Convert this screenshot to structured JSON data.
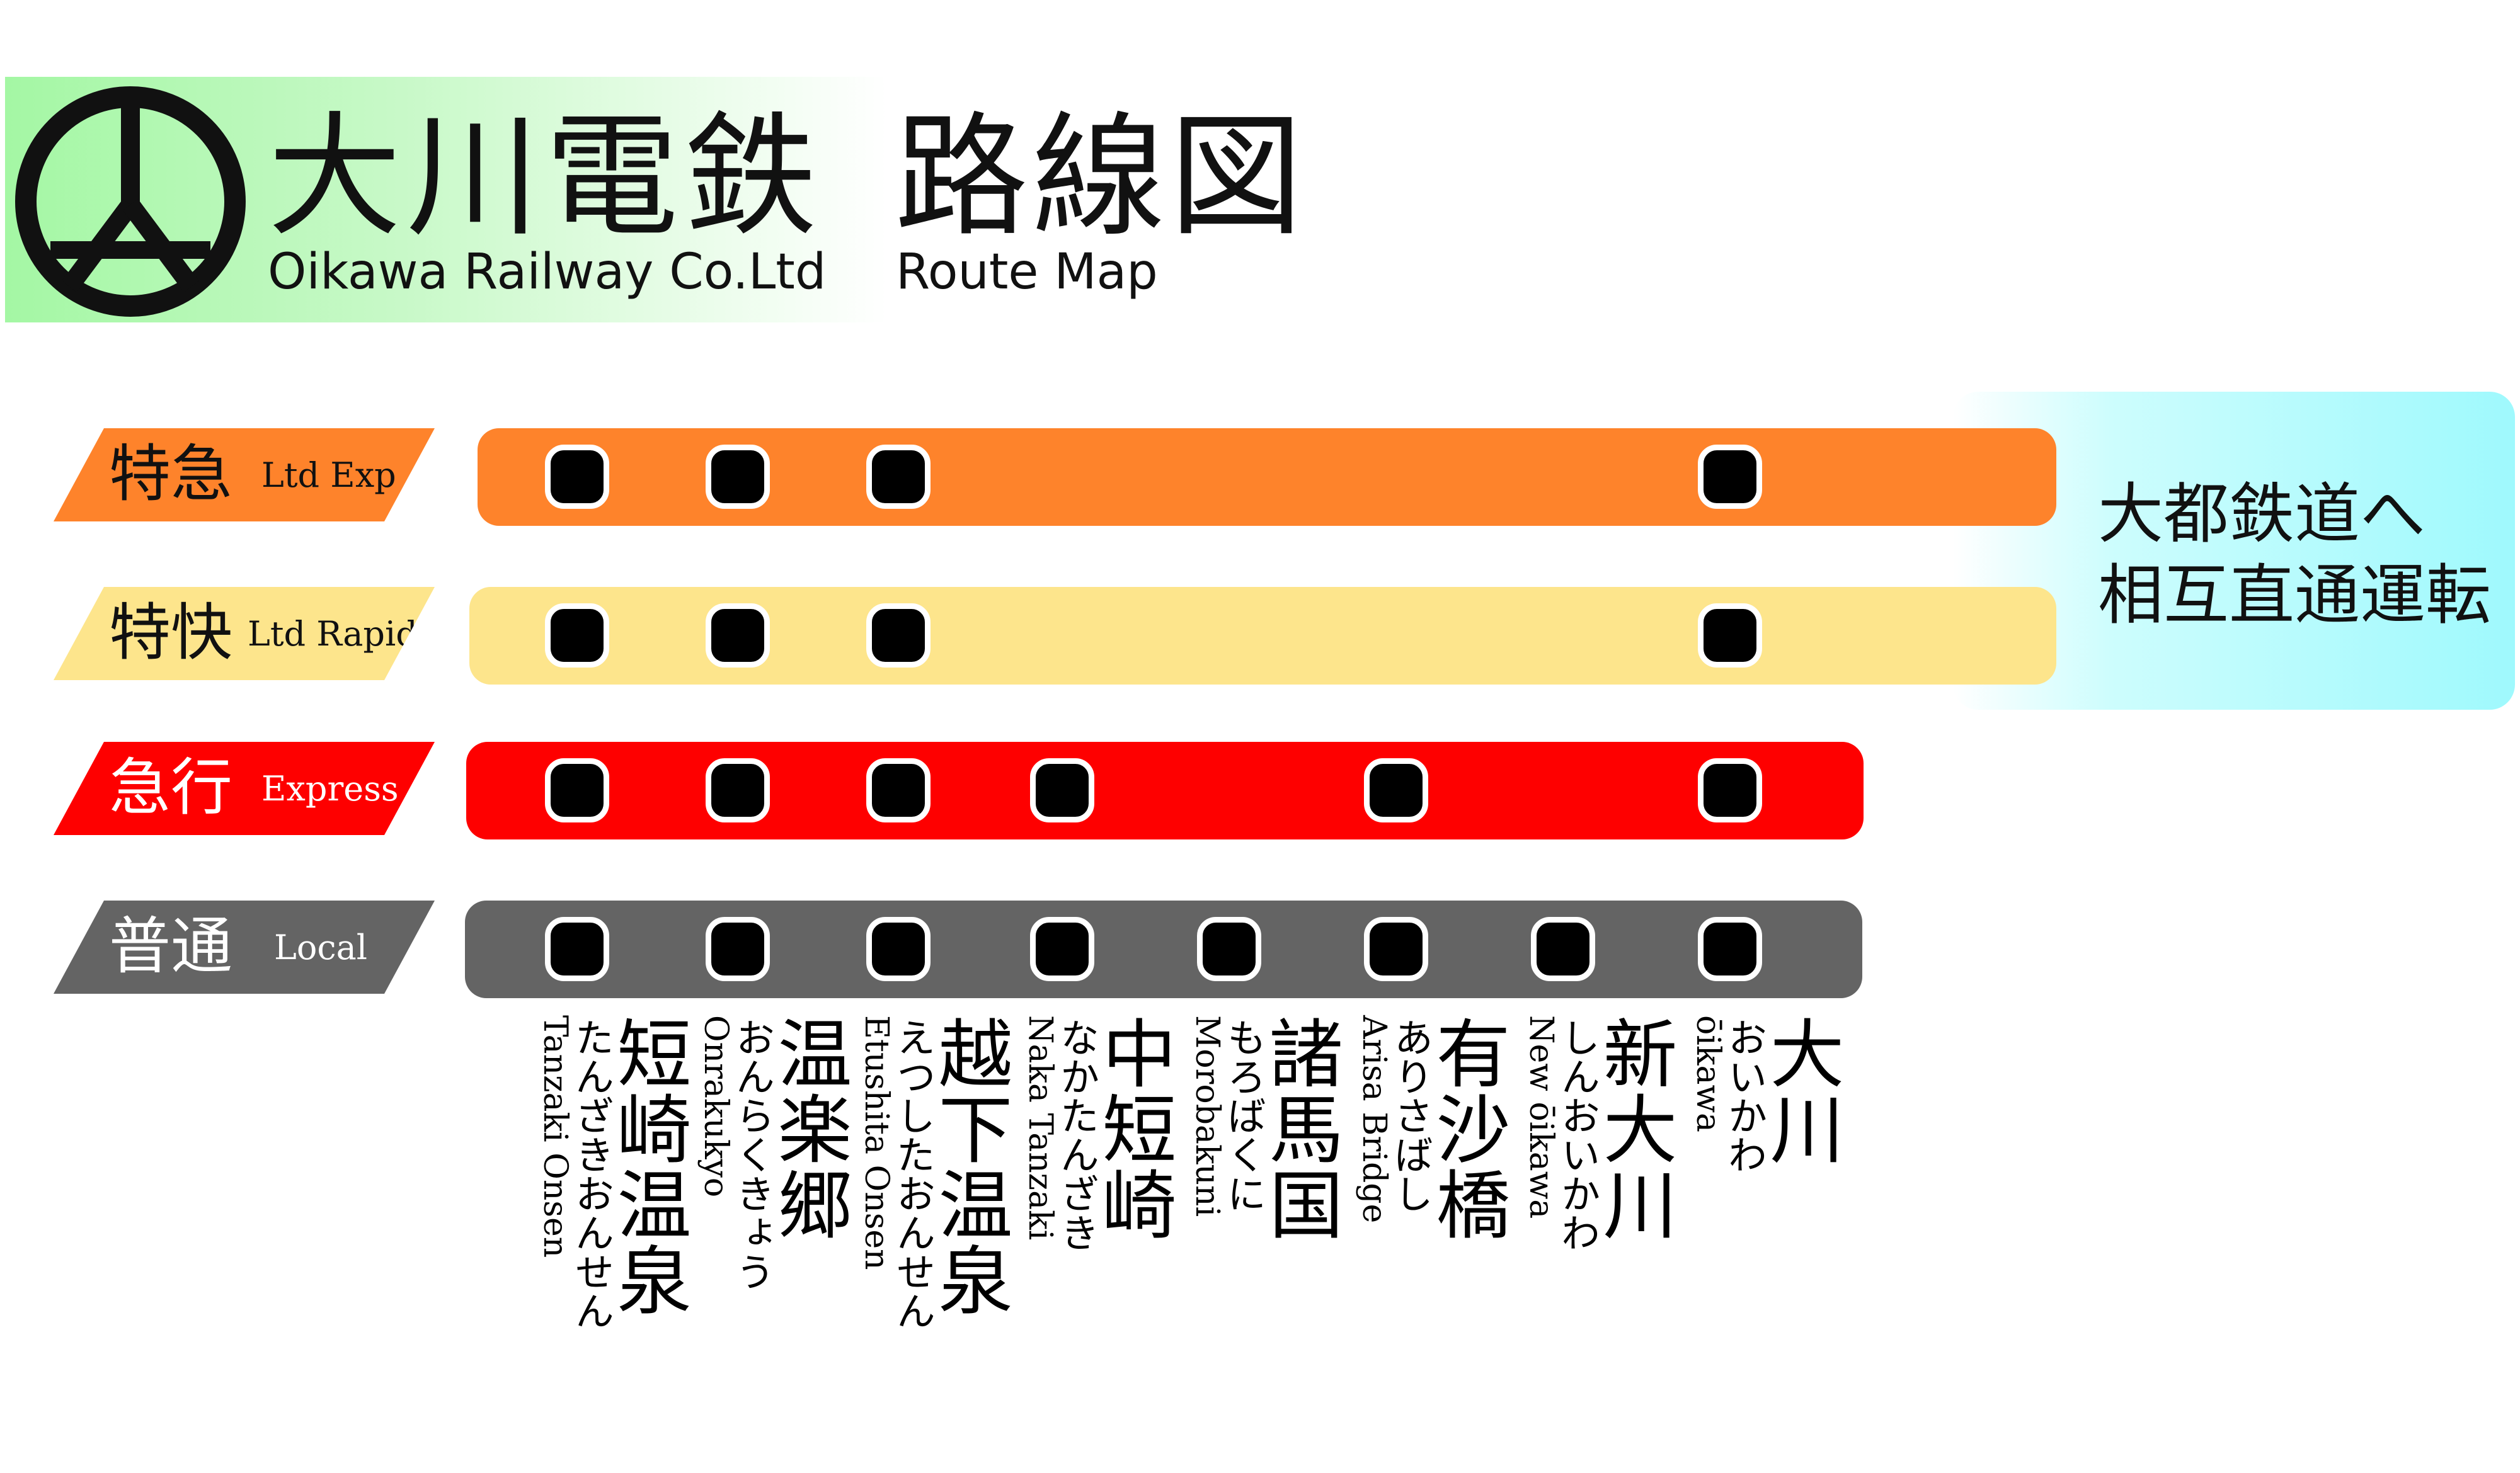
{
  "header": {
    "company_jp": "大川電鉄",
    "company_en": "Oikawa Railway Co.Ltd",
    "map_jp": "路線図",
    "map_en": "Route Map"
  },
  "through_service": {
    "line1": "大都鉄道へ",
    "line2": "相互直通運転"
  },
  "colors": {
    "ltd_exp": "#fe832b",
    "ltd_rapid": "#fde58c",
    "express": "#fe0000",
    "local": "#646464",
    "header_gradient": "#a4f7a4",
    "through_gradient": "#9ff9fd"
  },
  "services": [
    {
      "name": "特急",
      "en": "Ltd Exp",
      "stops": [
        "短崎温泉",
        "温楽郷",
        "越下温泉",
        "大川"
      ]
    },
    {
      "name": "特快",
      "en": "Ltd Rapid",
      "stops": [
        "短崎温泉",
        "温楽郷",
        "越下温泉",
        "大川"
      ]
    },
    {
      "name": "急行",
      "en": "Express",
      "stops": [
        "短崎温泉",
        "温楽郷",
        "越下温泉",
        "中短崎",
        "有沙橋",
        "大川"
      ]
    },
    {
      "name": "普通",
      "en": "Local",
      "stops": [
        "短崎温泉",
        "温楽郷",
        "越下温泉",
        "中短崎",
        "諸馬国",
        "有沙橋",
        "新大川",
        "大川"
      ]
    }
  ],
  "stations": [
    {
      "kanji": "短崎温泉",
      "kana": "たんざきおんせん",
      "roman": "Tanzaki Onsen"
    },
    {
      "kanji": "温楽郷",
      "kana": "おんらくきょう",
      "roman": "Onrakukyo"
    },
    {
      "kanji": "越下温泉",
      "kana": "えつしたおんせん",
      "roman": "Etushita Onsen"
    },
    {
      "kanji": "中短崎",
      "kana": "なかたんざき",
      "roman": "Naka Tanzaki"
    },
    {
      "kanji": "諸馬国",
      "kana": "もろばくに",
      "roman": "Morobakuni"
    },
    {
      "kanji": "有沙橋",
      "kana": "ありさばし",
      "roman": "Arisa Bridge"
    },
    {
      "kanji": "新大川",
      "kana": "しんおいかわ",
      "roman": "New ōikawa"
    },
    {
      "kanji": "大川",
      "kana": "おいかわ",
      "roman": "ōikawa"
    }
  ]
}
